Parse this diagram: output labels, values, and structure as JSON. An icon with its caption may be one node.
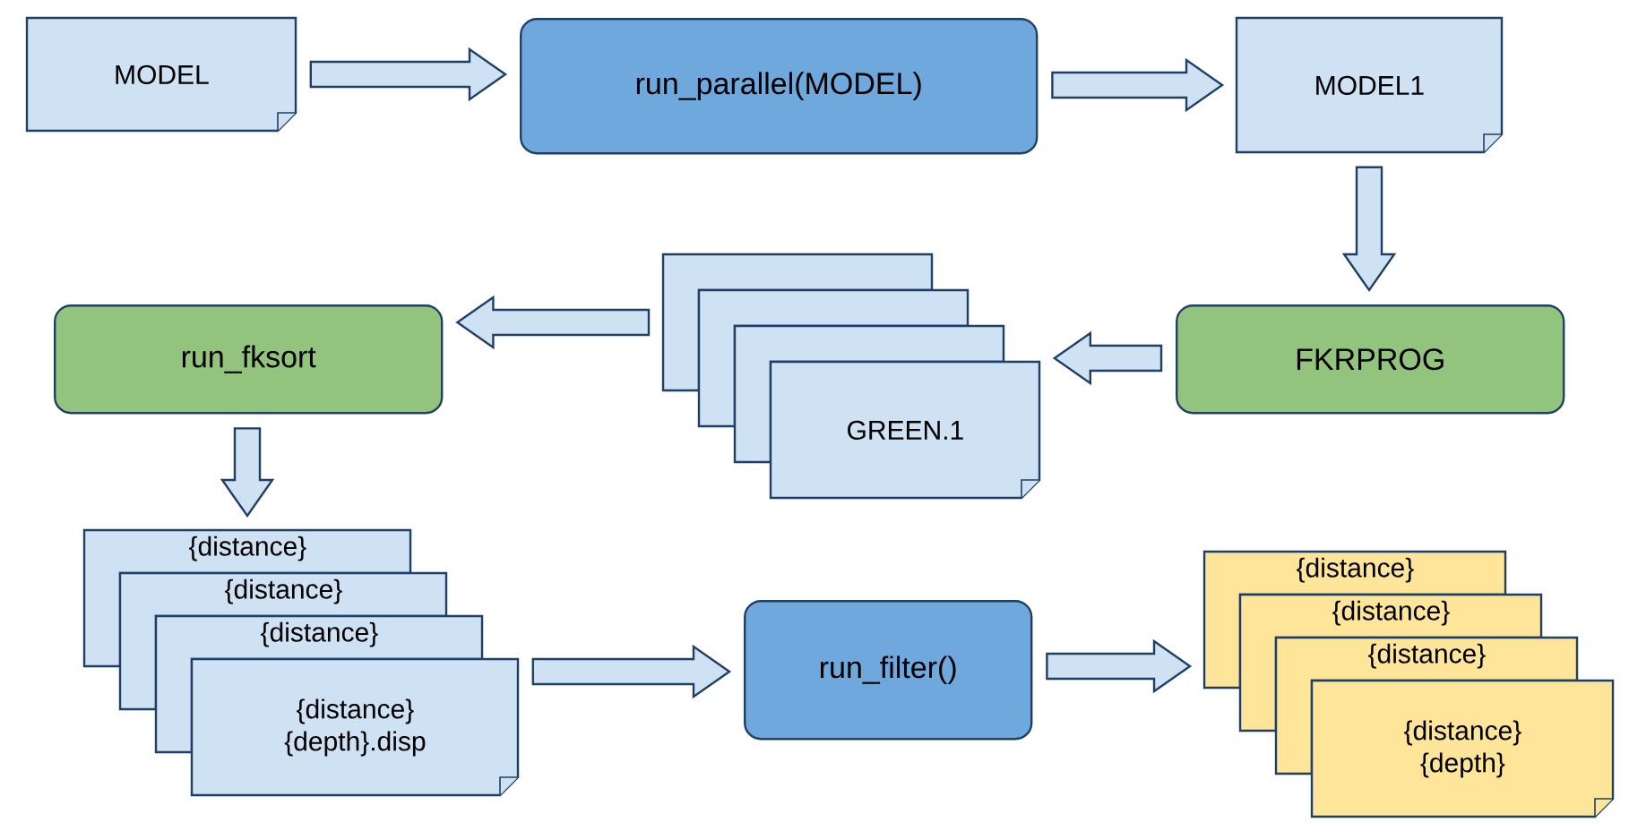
{
  "diagram": {
    "nodes": [
      {
        "text": [
          "MODEL"
        ]
      },
      {
        "text": [
          "run_parallel(MODEL)"
        ]
      },
      {
        "text": [
          "MODEL1"
        ]
      },
      {
        "text": [
          "run_fksort"
        ]
      },
      {
        "text": [],
        "shape": "box"
      },
      {
        "text": [],
        "shape": "box"
      },
      {
        "text": [],
        "shape": "box"
      },
      {
        "text": [
          "GREEN.1"
        ]
      },
      {
        "text": [
          "FKRPROG"
        ]
      },
      {
        "text": [
          "{distance}"
        ]
      },
      {
        "text": [
          "{distance}"
        ]
      },
      {
        "text": [
          "{distance}"
        ]
      },
      {
        "text": [
          "{distance} {depth}.disp"
        ]
      },
      {
        "text": [
          "run_filter()"
        ]
      },
      {
        "text": [
          "{distance}"
        ]
      },
      {
        "text": [
          "{distance}"
        ]
      },
      {
        "text": [
          "{distance}"
        ]
      },
      {
        "text": [
          "{distance} {depth}"
        ]
      }
    ],
    "edges": [
      {
        "from": 0,
        "to": 1,
        "arrow": "to"
      },
      {
        "from": 1,
        "to": 2,
        "arrow": "to"
      },
      {
        "from": 2,
        "to": 8,
        "arrow": "to"
      },
      {
        "from": 8,
        "to": 7,
        "arrow": "to"
      },
      {
        "from": 4,
        "to": 3,
        "arrow": "to"
      },
      {
        "from": 3,
        "to": 9,
        "arrow": "to"
      },
      {
        "from": 12,
        "to": 13,
        "arrow": "to"
      },
      {
        "from": 13,
        "to": 14,
        "arrow": "to"
      }
    ]
  }
}
